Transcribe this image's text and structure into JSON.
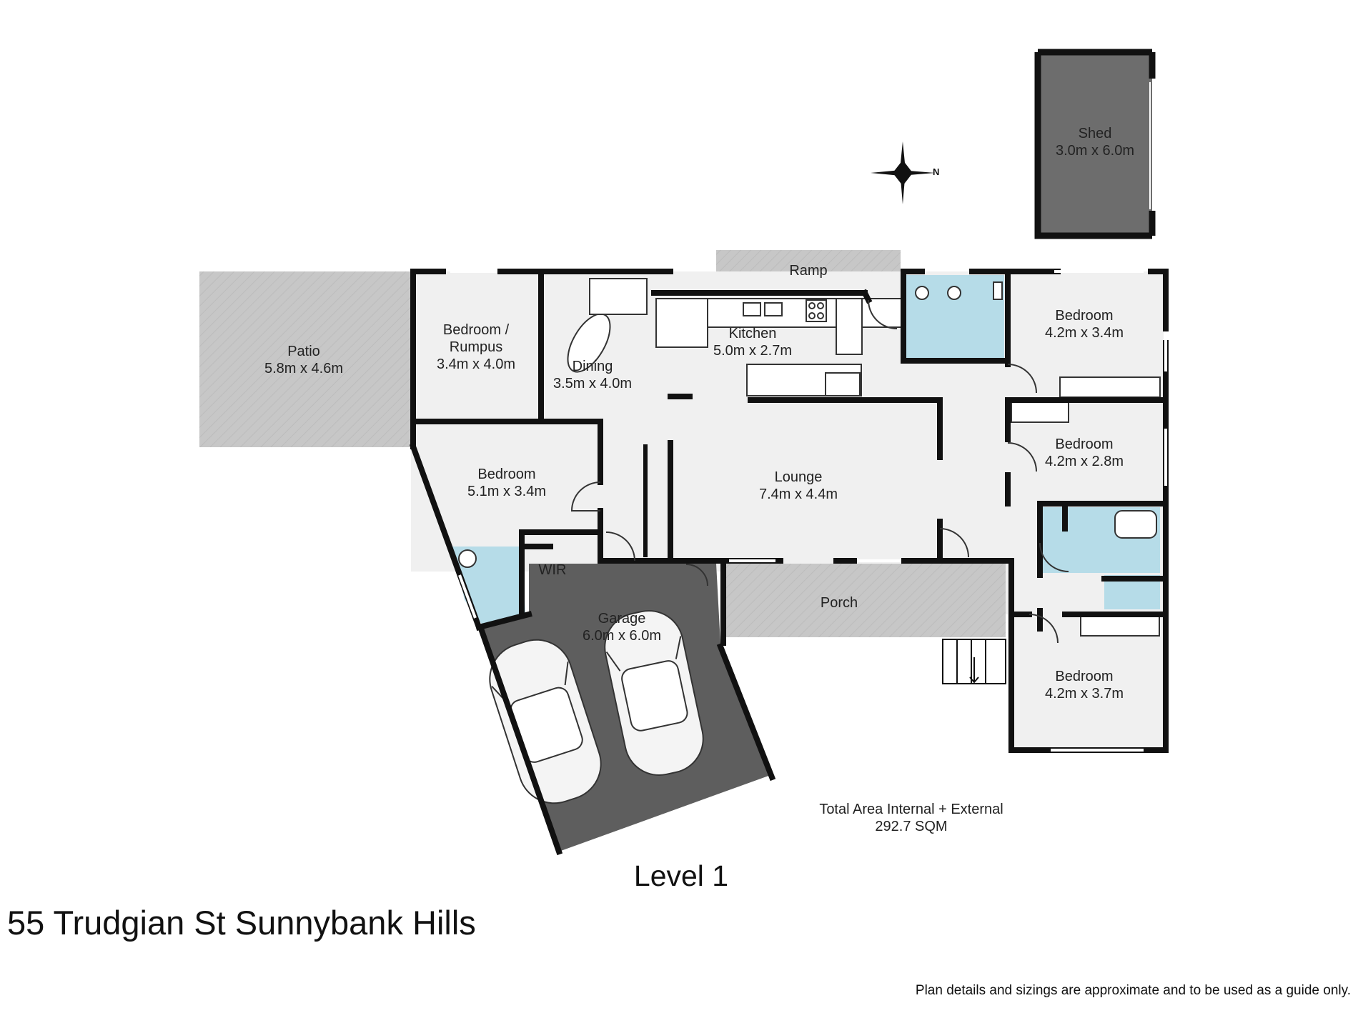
{
  "colors": {
    "wall": "#111111",
    "floor": "#f0f0f0",
    "wet_area": "#b6dce8",
    "outdoor": "#c7c7c7",
    "garage": "#5e5e5e",
    "shed": "#6d6d6d"
  },
  "rooms": {
    "shed": {
      "name": "Shed",
      "size": "3.0m x 6.0m"
    },
    "ramp": {
      "name": "Ramp"
    },
    "patio": {
      "name": "Patio",
      "size": "5.8m x 4.6m"
    },
    "rumpus": {
      "name_line1": "Bedroom /",
      "name_line2": "Rumpus",
      "size": "3.4m x 4.0m"
    },
    "dining": {
      "name": "Dining",
      "size": "3.5m x 4.0m"
    },
    "kitchen": {
      "name": "Kitchen",
      "size": "5.0m x 2.7m"
    },
    "bedroom_ne": {
      "name": "Bedroom",
      "size": "4.2m x 3.4m"
    },
    "bedroom_e": {
      "name": "Bedroom",
      "size": "4.2m x 2.8m"
    },
    "bedroom_w": {
      "name": "Bedroom",
      "size": "5.1m x 3.4m"
    },
    "lounge": {
      "name": "Lounge",
      "size": "7.4m x 4.4m"
    },
    "wir": {
      "name": "WIR"
    },
    "porch": {
      "name": "Porch"
    },
    "garage": {
      "name": "Garage",
      "size": "6.0m x 6.0m"
    },
    "bedroom_se": {
      "name": "Bedroom",
      "size": "4.2m x 3.7m"
    }
  },
  "compass": {
    "label": "N"
  },
  "total_area": {
    "line1": "Total Area Internal + External",
    "line2": "292.7 SQM"
  },
  "level": "Level 1",
  "address": "55 Trudgian St Sunnybank Hills",
  "disclaimer": "Plan details and sizings are approximate and to be used as a guide only."
}
